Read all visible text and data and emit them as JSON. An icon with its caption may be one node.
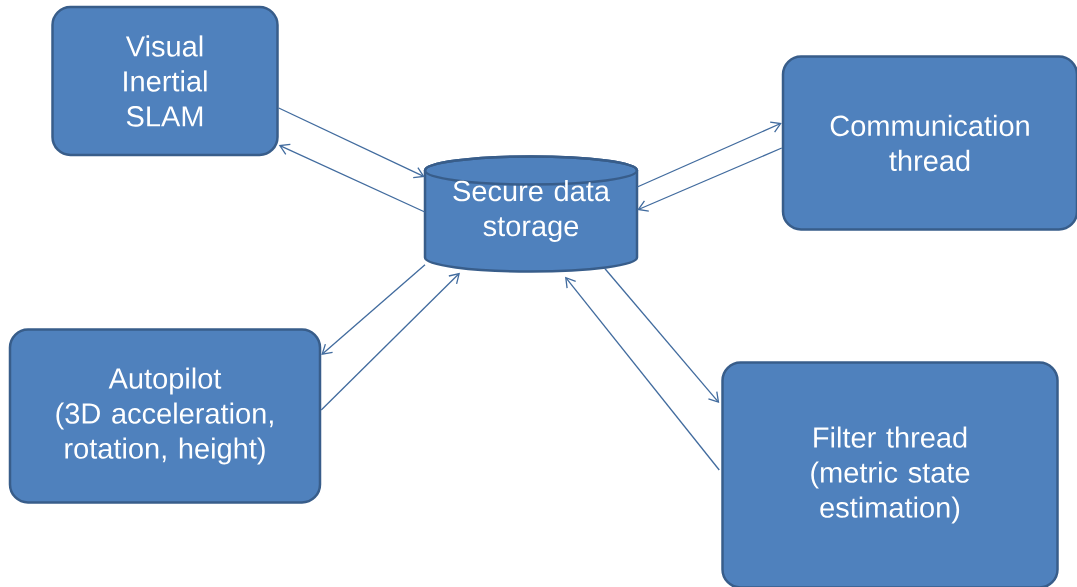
{
  "diagram": {
    "nodes": [
      {
        "text": [
          "Visual Inertial SLAM"
        ]
      },
      {
        "text": [
          "Secure data storage"
        ]
      },
      {
        "text": [
          "Communication thread"
        ]
      },
      {
        "text": [
          "Autopilot",
          "(3D acceleration, rotation, height)"
        ]
      },
      {
        "text": [
          "Filter thread",
          "(metric state estimation)"
        ]
      }
    ],
    "edges": [
      {
        "from": 0,
        "to": 1,
        "arrow": "to"
      },
      {
        "from": 1,
        "to": 0,
        "arrow": "to"
      },
      {
        "from": 1,
        "to": 2,
        "arrow": "to"
      },
      {
        "from": 2,
        "to": 1,
        "arrow": "to"
      },
      {
        "from": 1,
        "to": 3,
        "arrow": "to"
      },
      {
        "from": 3,
        "to": 1,
        "arrow": "to"
      },
      {
        "from": 1,
        "to": 4,
        "arrow": "to"
      },
      {
        "from": 4,
        "to": 1,
        "arrow": "to"
      }
    ]
  }
}
